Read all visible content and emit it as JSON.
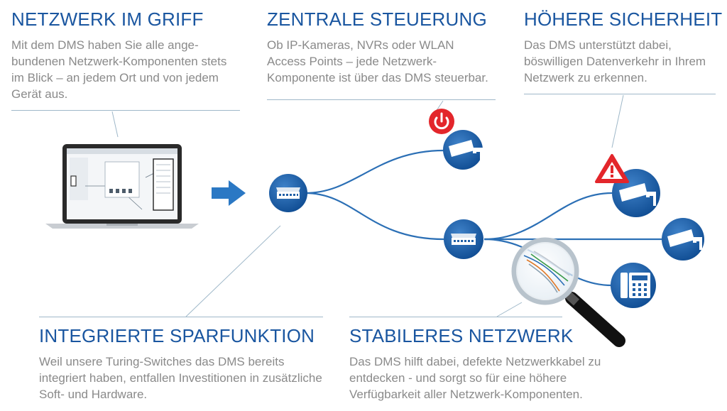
{
  "sections": {
    "netzwerk": {
      "title": "NETZWERK IM GRIFF",
      "body": "Mit dem DMS haben Sie alle ange-bundenen Netzwerk-Komponenten stets im Blick – an jedem Ort und von jedem Gerät aus."
    },
    "steuerung": {
      "title": "ZENTRALE STEUERUNG",
      "body": "Ob IP-Kameras, NVRs oder WLAN Access Points – jede Netzwerk-Komponente ist über das DMS steuerbar."
    },
    "sicherheit": {
      "title": "HÖHERE SICHERHEIT",
      "body": "Das DMS unterstützt dabei, böswilligen Datenverkehr in Ihrem Netzwerk zu erkennen."
    },
    "sparfunktion": {
      "title": "INTEGRIERTE SPARFUNKTION",
      "body": "Weil unsere Turing-Switches das DMS bereits integriert haben, entfallen Investitionen in zusätzliche Soft- und Hardware."
    },
    "stabil": {
      "title": "STABILERES NETZWERK",
      "body": "Das DMS hilft dabei, defekte Netzwerkkabel zu entdecken - und sorgt so für eine höhere Verfügbarkeit aller Netzwerk-Komponenten."
    }
  },
  "colors": {
    "accent": "#1a56a0",
    "node": "#1f5fa6",
    "alert_red": "#e3262b",
    "text_gray": "#8a8a8a",
    "line": "#9fb8c9"
  },
  "icons": [
    "laptop-icon",
    "arrow-right-icon",
    "switch-icon",
    "camera-icon",
    "power-icon",
    "warning-icon",
    "phone-icon",
    "magnifier-icon"
  ]
}
